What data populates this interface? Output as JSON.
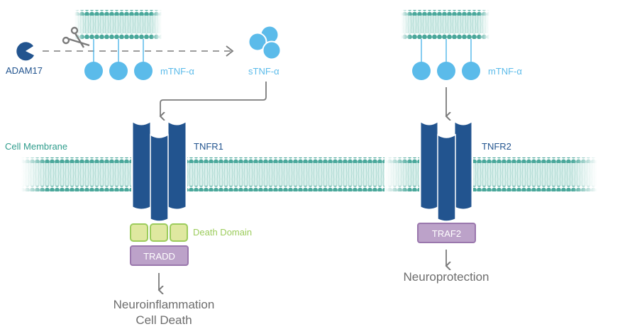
{
  "colors": {
    "membrane_head": "#4aa89b",
    "membrane_body": "#cfe9e5",
    "receptor": "#22548f",
    "ligand": "#5bbbea",
    "adam17": "#22548f",
    "death_domain_fill": "#dfe8a0",
    "death_domain_stroke": "#9ccc5c",
    "adaptor_fill": "#bca2c9",
    "adaptor_stroke": "#9a77ad",
    "arrow": "#7b7b7b",
    "outcome_text": "#6d6d6d",
    "membrane_label": "#2e9c8c",
    "receptor_label": "#22548f",
    "ligand_label": "#5bbbea",
    "death_domain_label": "#9ccc5c"
  },
  "labels": {
    "adam17": "ADAM17",
    "mtnf_left": "mTNF-α",
    "stnf": "sTNF-α",
    "mtnf_right": "mTNF-α",
    "cell_membrane": "Cell Membrane",
    "tnfr1": "TNFR1",
    "tnfr2": "TNFR2",
    "death_domain": "Death Domain",
    "tradd": "TRADD",
    "traf2": "TRAF2",
    "outcome_left_line1": "Neuroinflammation",
    "outcome_left_line2": "Cell Death",
    "outcome_right": "Neuroprotection"
  },
  "icons": {
    "scissors": "scissors-icon",
    "adam17": "pacman-enzyme-icon"
  }
}
